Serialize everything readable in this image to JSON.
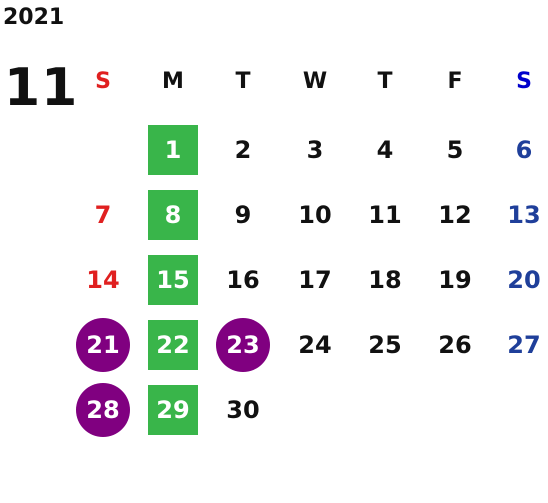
{
  "calendar": {
    "year": "2021",
    "month": "11",
    "weekdays": [
      "S",
      "M",
      "T",
      "W",
      "T",
      "F",
      "S"
    ],
    "weeks": [
      [
        "",
        "1",
        "2",
        "3",
        "4",
        "5",
        "6"
      ],
      [
        "7",
        "8",
        "9",
        "10",
        "11",
        "12",
        "13"
      ],
      [
        "14",
        "15",
        "16",
        "17",
        "18",
        "19",
        "20"
      ],
      [
        "21",
        "22",
        "23",
        "24",
        "25",
        "26",
        "27"
      ],
      [
        "28",
        "29",
        "30",
        "",
        "",
        "",
        ""
      ]
    ],
    "highlighted_green": [
      "1",
      "8",
      "15",
      "22",
      "29"
    ],
    "highlighted_purple": [
      "21",
      "23",
      "28"
    ]
  },
  "colors": {
    "text": "#111111",
    "sunday": "#e02020",
    "saturday_header": "#0000cc",
    "saturday": "#1f3f9a",
    "green_highlight": "#39b54a",
    "purple_highlight": "#800080",
    "highlight_text": "#ffffff"
  }
}
